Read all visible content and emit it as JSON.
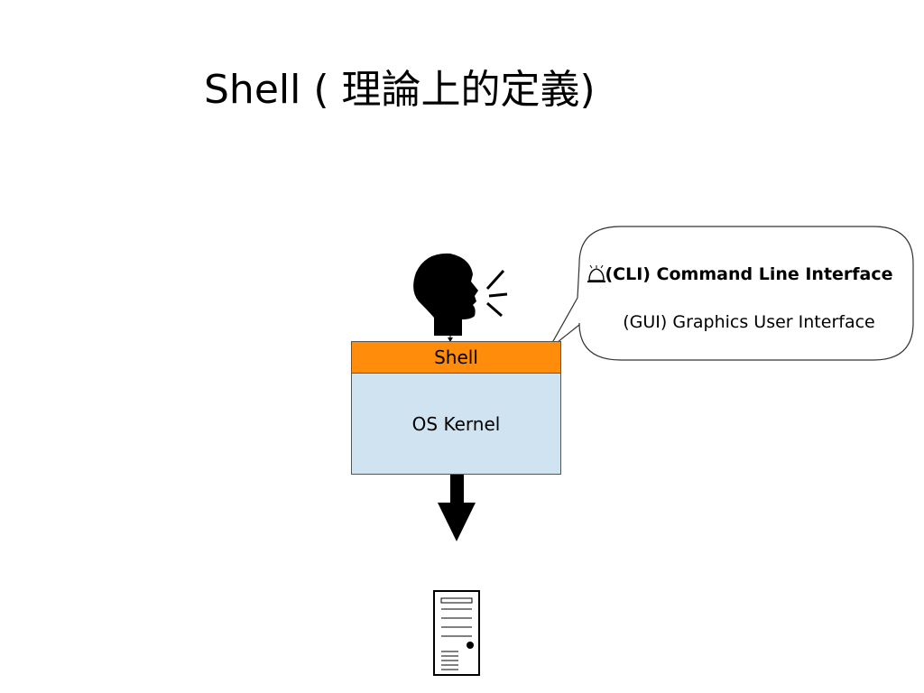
{
  "title": "Shell ( 理論上的定義)",
  "diagram": {
    "shell_label": "Shell",
    "kernel_label": "OS Kernel",
    "bubble": {
      "cli": "(CLI) Command Line Interface",
      "gui": "(GUI) Graphics User Interface"
    }
  },
  "icons": [
    "speaking-head-icon",
    "bell-icon",
    "computer-tower-icon",
    "down-arrow-icon"
  ],
  "colors": {
    "shell": "#ff8c0a",
    "kernel": "#cfe3f1"
  }
}
